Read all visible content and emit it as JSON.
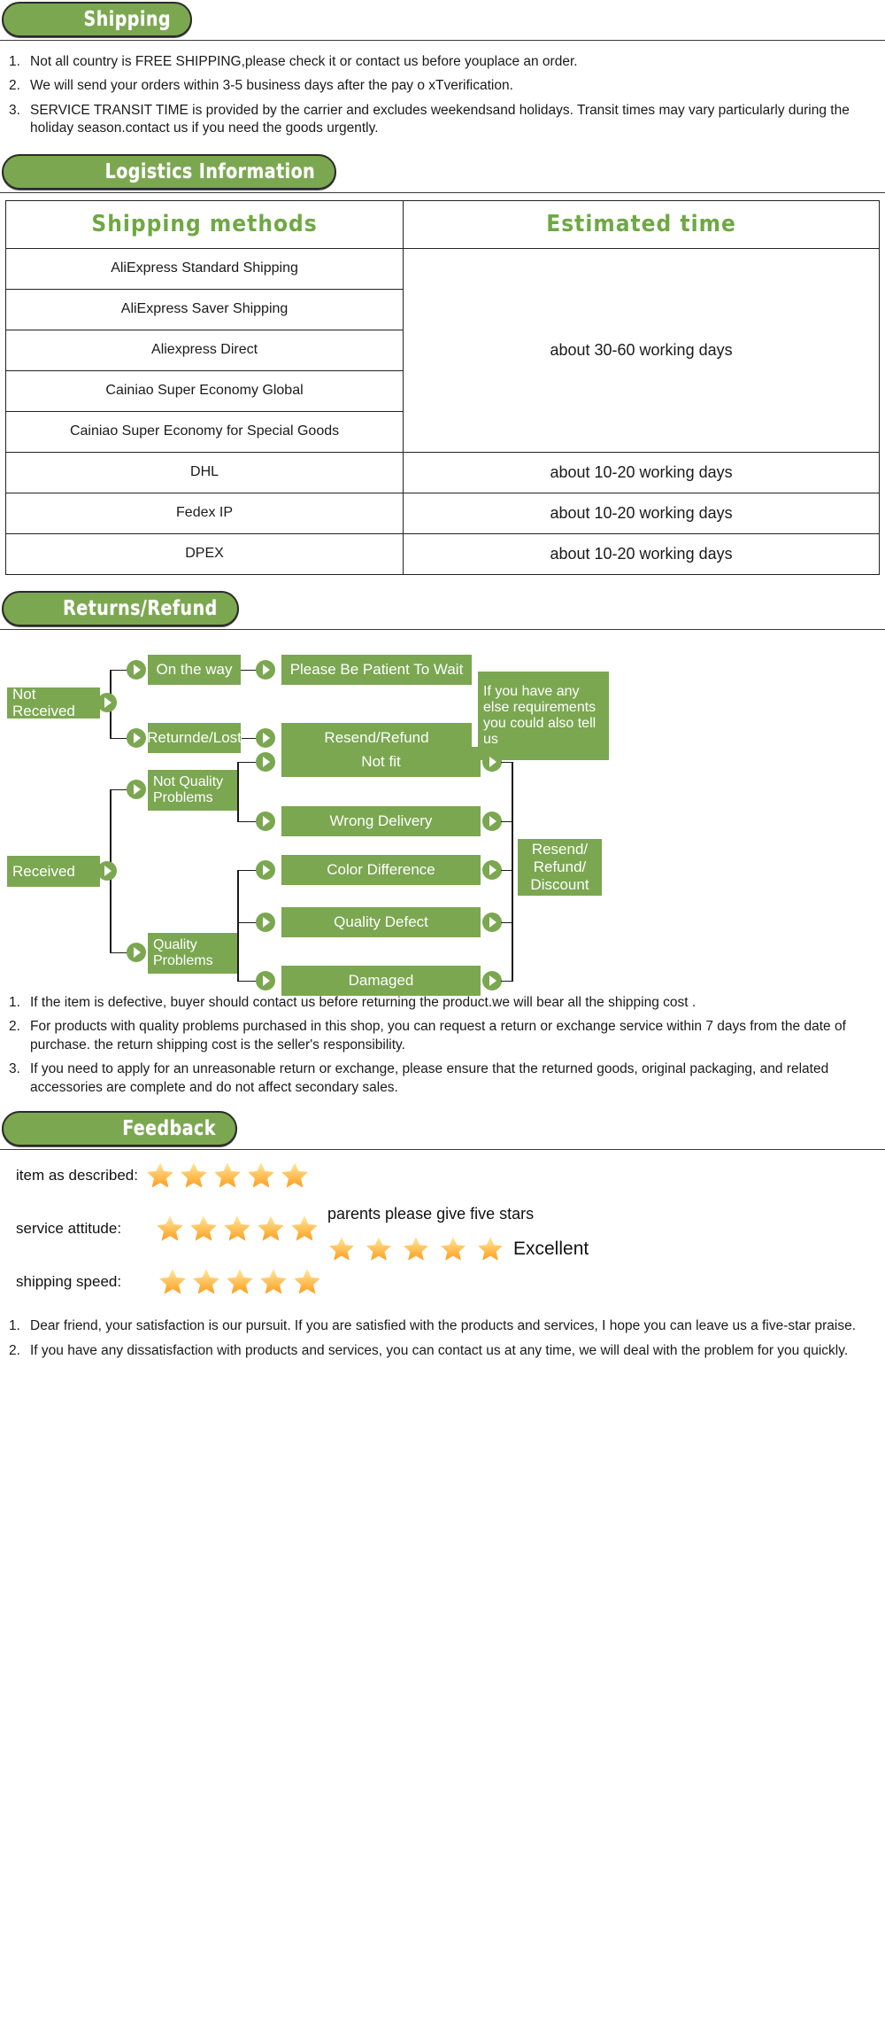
{
  "theme": {
    "green": "#7ba750",
    "header_green": "#6fa843",
    "star": "#ffb524",
    "text": "#1a1a1a"
  },
  "sections": {
    "shipping": {
      "title": "Shipping",
      "items": [
        {
          "num": "1.",
          "text": "Not all country is FREE SHIPPING,please check it or contact us before youplace an order."
        },
        {
          "num": "2.",
          "text": "We will send your orders within 3-5 business days after the pay o xTverification."
        },
        {
          "num": "3.",
          "text": "SERVICE TRANSIT TIME is provided by the carrier and excludes weekendsand holidays. Transit times may vary particularly during the holiday season.contact us if you need the goods urgently."
        }
      ]
    },
    "logistics": {
      "title": "Logistics  Information",
      "columns": [
        "Shipping  methods",
        "Estimated  time"
      ],
      "group1_time": "about 30-60 working days",
      "group1_methods": [
        "AliExpress Standard Shipping",
        "AliExpress Saver Shipping",
        "Aliexpress Direct",
        "Cainiao Super Economy Global",
        "Cainiao Super Economy for Special Goods"
      ],
      "rows": [
        {
          "method": "DHL",
          "time": "about 10-20 working days"
        },
        {
          "method": "Fedex IP",
          "time": "about 10-20 working days"
        },
        {
          "method": "DPEX",
          "time": "about 10-20 working days"
        }
      ]
    },
    "returns": {
      "title": "Returns/Refund",
      "flow": {
        "not_received": "Not Received",
        "on_the_way": "On the way",
        "please_wait": "Please Be Patient To Wait",
        "returned_lost": "Returnde/Lost",
        "resend_refund": "Resend/Refund",
        "any_else": "If you have any else requirements you could also tell us",
        "received": "Received",
        "not_quality": "Not Quality Problems",
        "not_fit": "Not fit",
        "wrong_delivery": "Wrong Delivery",
        "quality_problems": "Quality Problems",
        "color_difference": "Color Difference",
        "quality_defect": "Quality Defect",
        "damaged": "Damaged",
        "resend_refund_discount": "Resend/ Refund/ Discount"
      },
      "items": [
        {
          "num": "1.",
          "text": "If the item is defective, buyer should contact us before returning the product.we will bear all the shipping cost ."
        },
        {
          "num": "2.",
          "text": "For products with quality problems purchased in this shop, you can request a return or exchange service within 7 days from the date of purchase. the return shipping cost is the seller's responsibility."
        },
        {
          "num": "3.",
          "text": "If you need to apply for an unreasonable return or exchange, please ensure that the returned goods, original packaging, and related accessories are complete and do not affect secondary sales."
        }
      ]
    },
    "feedback": {
      "title": "Feedback",
      "ratings": [
        {
          "label": "item as described:",
          "stars": 5
        },
        {
          "label": "service attitude:",
          "stars": 5
        },
        {
          "label": "shipping speed:",
          "stars": 5
        }
      ],
      "note": "parents please give five stars",
      "note_stars": 5,
      "excellent": "Excellent",
      "items": [
        {
          "num": "1.",
          "text": "Dear friend, your satisfaction is our pursuit. If you are satisfied with the products and services, I hope you can leave us a five-star praise."
        },
        {
          "num": "2.",
          "text": "If you have any dissatisfaction with products and services, you can contact us at any time, we will deal with the problem for you quickly."
        }
      ]
    }
  }
}
